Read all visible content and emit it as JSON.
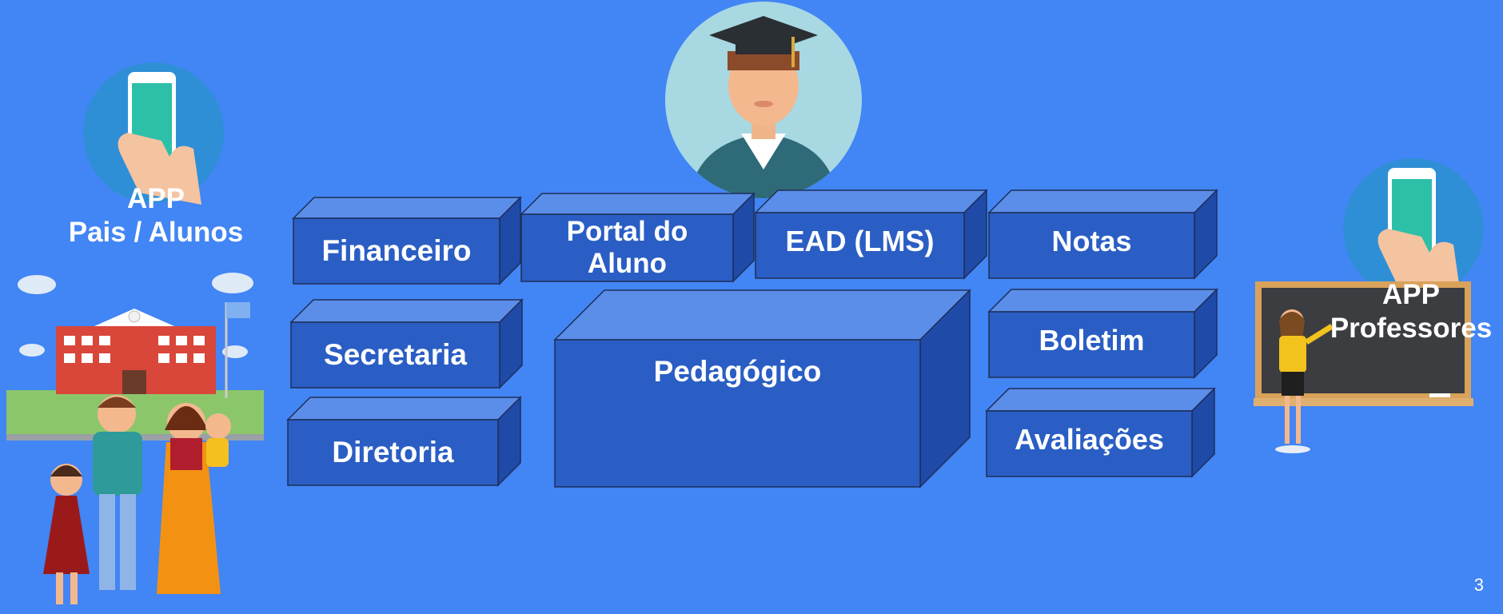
{
  "app_parents": {
    "line1": "APP",
    "line2": "Pais / Alunos"
  },
  "app_teachers": {
    "line1": "APP",
    "line2": "Professores"
  },
  "modules": {
    "financeiro": "Financeiro",
    "portal_line1": "Portal do",
    "portal_line2": "Aluno",
    "ead": "EAD (LMS)",
    "notas": "Notas",
    "secretaria": "Secretaria",
    "pedagogico": "Pedagógico",
    "boletim": "Boletim",
    "diretoria": "Diretoria",
    "avaliacoes": "Avaliações"
  },
  "page_number": "3",
  "colors": {
    "background": "#4285f4",
    "box_front": "#2a5ec4",
    "box_top": "#5b8ee8",
    "box_side": "#1f4aa8"
  },
  "icons": [
    "graduate-avatar-icon",
    "smartphone-hand-icon",
    "school-family-illustration",
    "teacher-chalkboard-illustration"
  ]
}
